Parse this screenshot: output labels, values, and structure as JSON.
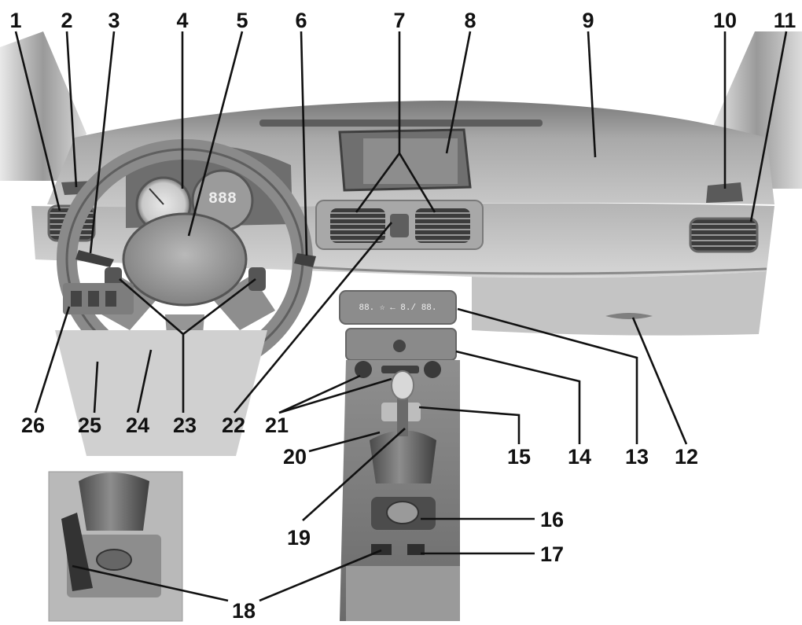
{
  "callouts": {
    "c1": "1",
    "c2": "2",
    "c3": "3",
    "c4": "4",
    "c5": "5",
    "c6": "6",
    "c7": "7",
    "c8": "8",
    "c9": "9",
    "c10": "10",
    "c11": "11",
    "c12": "12",
    "c13": "13",
    "c14": "14",
    "c15": "15",
    "c16": "16",
    "c17": "17",
    "c18": "18",
    "c19": "19",
    "c20": "20",
    "c21": "21",
    "c22": "22",
    "c23": "23",
    "c24": "24",
    "c25": "25",
    "c26": "26"
  },
  "display_texts": {
    "cluster_digits": "888",
    "climate_readout": "88.  ☆  ←  8./  88."
  }
}
